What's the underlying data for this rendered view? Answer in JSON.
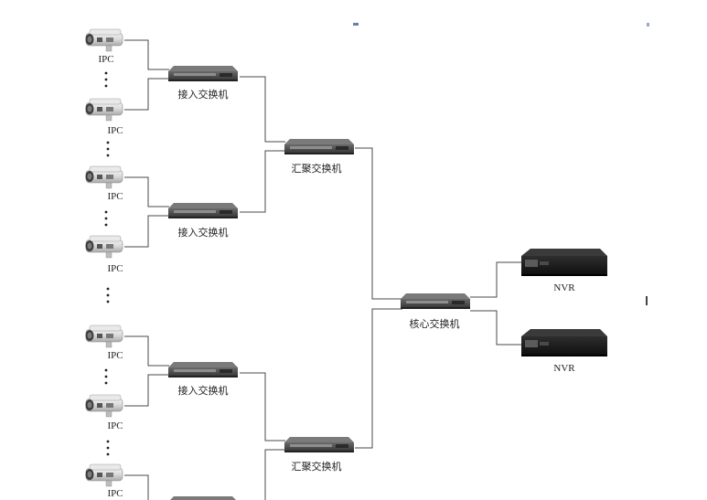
{
  "labels": {
    "ipc": "IPC",
    "access_switch": "接入交换机",
    "aggregation_switch": "汇聚交换机",
    "core_switch": "核心交换机",
    "nvr": "NVR"
  }
}
